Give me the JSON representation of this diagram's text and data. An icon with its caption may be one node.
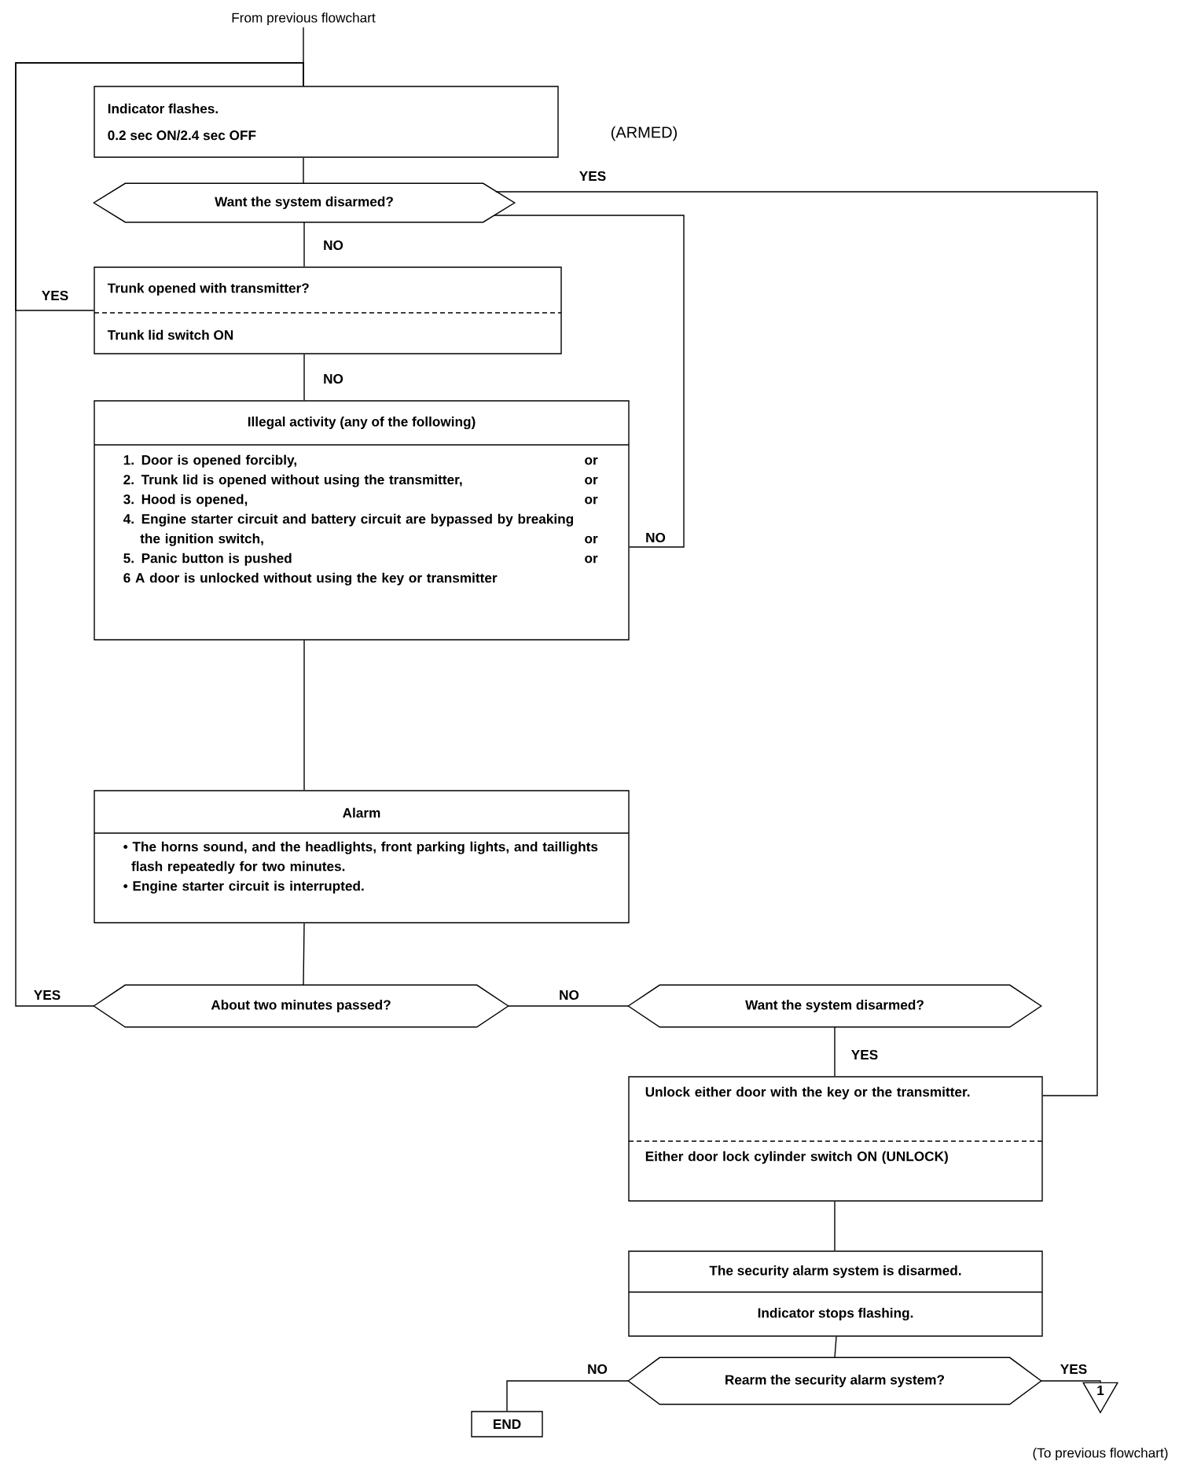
{
  "diagram": {
    "nodes": [
      {
        "text": [
          "From previous flowchart"
        ]
      },
      {
        "text": [
          "Indicator flashes.",
          "0.2 sec ON/2.4 sec OFF"
        ],
        "beside": [
          "(ARMED)"
        ]
      },
      {
        "text": [
          "Want the system disarmed?"
        ]
      },
      {
        "text": [
          "Trunk opened with transmitter?",
          "Trunk lid switch ON"
        ]
      },
      {
        "text": [
          "Illegal activity (any of the following)",
          "1. Door is opened forcibly,",
          "or",
          "2. Trunk lid is opened without using the transmitter,",
          "or",
          "3. Hood is opened,",
          "or",
          "4. Engine starter circuit and battery circuit are bypassed by breaking the ignition switch,",
          "or",
          "5. Panic button is pushed",
          "or",
          "6 A door is unlocked without using the key or transmitter"
        ]
      },
      {
        "text": [
          "Alarm",
          "• The horns sound, and the headlights, front parking lights, and taillights flash repeatedly for two minutes.",
          "• Engine starter circuit is interrupted."
        ]
      },
      {
        "text": [
          "About two minutes passed?"
        ]
      },
      {
        "text": [
          "Want the system disarmed?"
        ]
      },
      {
        "text": [
          "Unlock either door with the key or the transmitter.",
          "Either door lock cylinder switch ON (UNLOCK)"
        ]
      },
      {
        "text": [
          "The security alarm system is disarmed.",
          "Indicator stops flashing."
        ]
      },
      {
        "text": [
          "Rearm the security alarm system?"
        ]
      },
      {
        "text": [
          "END"
        ]
      },
      {
        "text": [
          "1"
        ],
        "beside": [
          "(To previous flowchart)"
        ]
      }
    ],
    "edges": [
      {
        "from": 0,
        "to": 1,
        "arrow": "none"
      },
      {
        "from": 1,
        "to": 2,
        "arrow": "none"
      },
      {
        "from": 2,
        "to": 3,
        "arrow": "none",
        "label": "NO"
      },
      {
        "from": 2,
        "to": 8,
        "arrow": "none",
        "label": "YES"
      },
      {
        "from": 3,
        "to": 4,
        "arrow": "none",
        "label": "NO"
      },
      {
        "from": 3,
        "to": 1,
        "arrow": "none",
        "label": "YES"
      },
      {
        "from": 4,
        "to": 2,
        "arrow": "none",
        "label": "NO"
      },
      {
        "from": 4,
        "to": 5,
        "arrow": "none"
      },
      {
        "from": 5,
        "to": 6,
        "arrow": "none"
      },
      {
        "from": 6,
        "to": 1,
        "arrow": "none",
        "label": "YES"
      },
      {
        "from": 6,
        "to": 7,
        "arrow": "none",
        "label": "NO"
      },
      {
        "from": 7,
        "to": 8,
        "arrow": "none",
        "label": "YES"
      },
      {
        "from": 8,
        "to": 9,
        "arrow": "none"
      },
      {
        "from": 9,
        "to": 10,
        "arrow": "none"
      },
      {
        "from": 10,
        "to": 11,
        "arrow": "none",
        "label": "NO"
      },
      {
        "from": 10,
        "to": 12,
        "arrow": "none",
        "label": "YES"
      }
    ]
  }
}
